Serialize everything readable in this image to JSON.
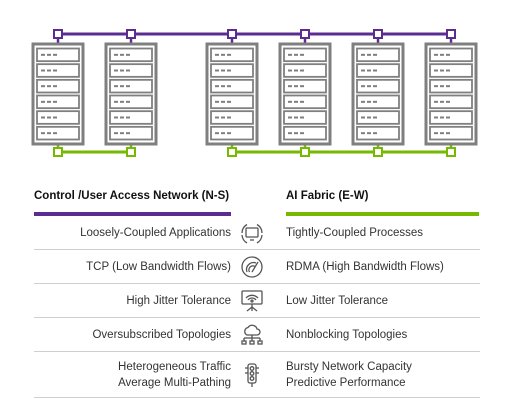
{
  "left_header": "Control /User Access Network (N-S)",
  "right_header": "AI Fabric (E-W)",
  "rows": [
    {
      "left": "Loosely-Coupled Applications",
      "right": "Tightly-Coupled Processes",
      "icon": "app-cycle-icon"
    },
    {
      "left": "TCP (Low Bandwidth Flows)",
      "right": "RDMA (High Bandwidth Flows)",
      "icon": "speed-gauge-icon"
    },
    {
      "left": "High Jitter Tolerance",
      "right": "Low Jitter Tolerance",
      "icon": "wireless-signal-icon"
    },
    {
      "left": "Oversubscribed Topologies",
      "right": "Nonblocking Topologies",
      "icon": "cloud-topology-icon"
    },
    {
      "left": "Heterogeneous Traffic",
      "left2": "Average Multi-Pathing",
      "right": "Bursty Network Capacity",
      "right2": "Predictive Performance",
      "icon": "traffic-light-icon"
    }
  ],
  "colors": {
    "north_south": "#5b2d91",
    "east_west": "#76b900",
    "server": "#7f7f7f"
  }
}
